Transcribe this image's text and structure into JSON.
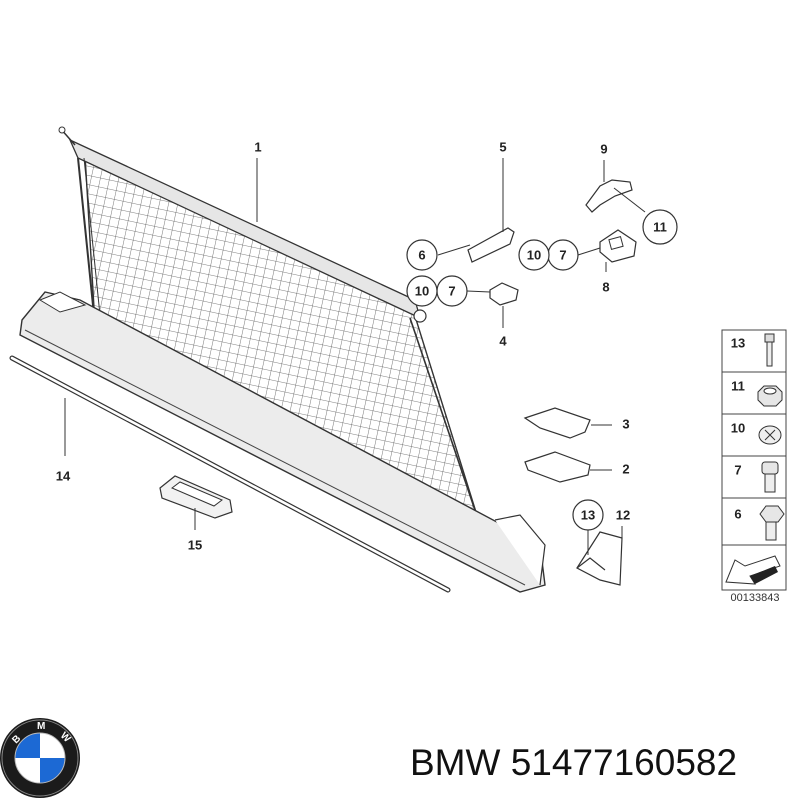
{
  "diagram": {
    "callouts": [
      {
        "id": "c1",
        "text": "1",
        "circled": false
      },
      {
        "id": "c2",
        "text": "2",
        "circled": false
      },
      {
        "id": "c3",
        "text": "3",
        "circled": false
      },
      {
        "id": "c4",
        "text": "4",
        "circled": false
      },
      {
        "id": "c5",
        "text": "5",
        "circled": false
      },
      {
        "id": "c6",
        "text": "6",
        "circled": true
      },
      {
        "id": "c7a",
        "text": "7",
        "circled": true
      },
      {
        "id": "c10a",
        "text": "10",
        "circled": true
      },
      {
        "id": "c7b",
        "text": "7",
        "circled": true
      },
      {
        "id": "c10b",
        "text": "10",
        "circled": true
      },
      {
        "id": "c8",
        "text": "8",
        "circled": false
      },
      {
        "id": "c9",
        "text": "9",
        "circled": false
      },
      {
        "id": "c11",
        "text": "11",
        "circled": true
      },
      {
        "id": "c12",
        "text": "12",
        "circled": false
      },
      {
        "id": "c13",
        "text": "13",
        "circled": true
      },
      {
        "id": "c14",
        "text": "14",
        "circled": false
      },
      {
        "id": "c15",
        "text": "15",
        "circled": false
      }
    ],
    "legend_items": [
      "13",
      "11",
      "10",
      "7",
      "6"
    ],
    "reference_number": "00133843"
  },
  "brand": "BMW",
  "part_number": "51477160582",
  "logo_letters": "BMW"
}
